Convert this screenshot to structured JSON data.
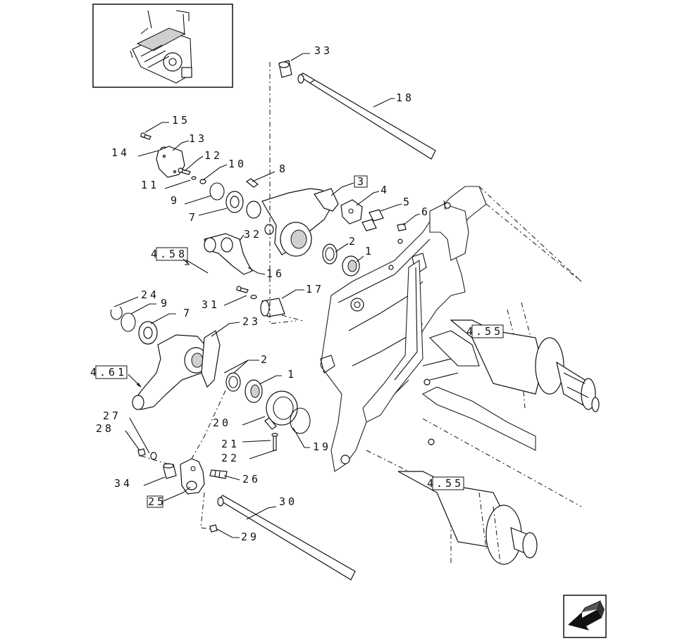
{
  "callouts": {
    "c33": "33",
    "c18": "18",
    "c15": "15",
    "c14": "14",
    "c13": "13",
    "c12": "12",
    "c11": "11",
    "c10": "10",
    "c8": "8",
    "c9a": "9",
    "c7a": "7",
    "c3": "3",
    "c4": "4",
    "c5": "5",
    "c6": "6",
    "c32": "32",
    "c2a": "2",
    "c1a": "1",
    "c16": "16",
    "c31": "31",
    "c17": "17",
    "c24": "24",
    "c9b": "9",
    "c7b": "7",
    "c23": "23",
    "c2b": "2",
    "c1b": "1",
    "c20": "20",
    "c21": "21",
    "c22": "22",
    "c19": "19",
    "c27": "27",
    "c28": "28",
    "c34": "34",
    "c26": "26",
    "c25": "25",
    "c30": "30",
    "c29": "29"
  },
  "references": {
    "r458": "4.58",
    "r461": "4.61",
    "r455a": "4.55",
    "r455b": "4.55"
  }
}
